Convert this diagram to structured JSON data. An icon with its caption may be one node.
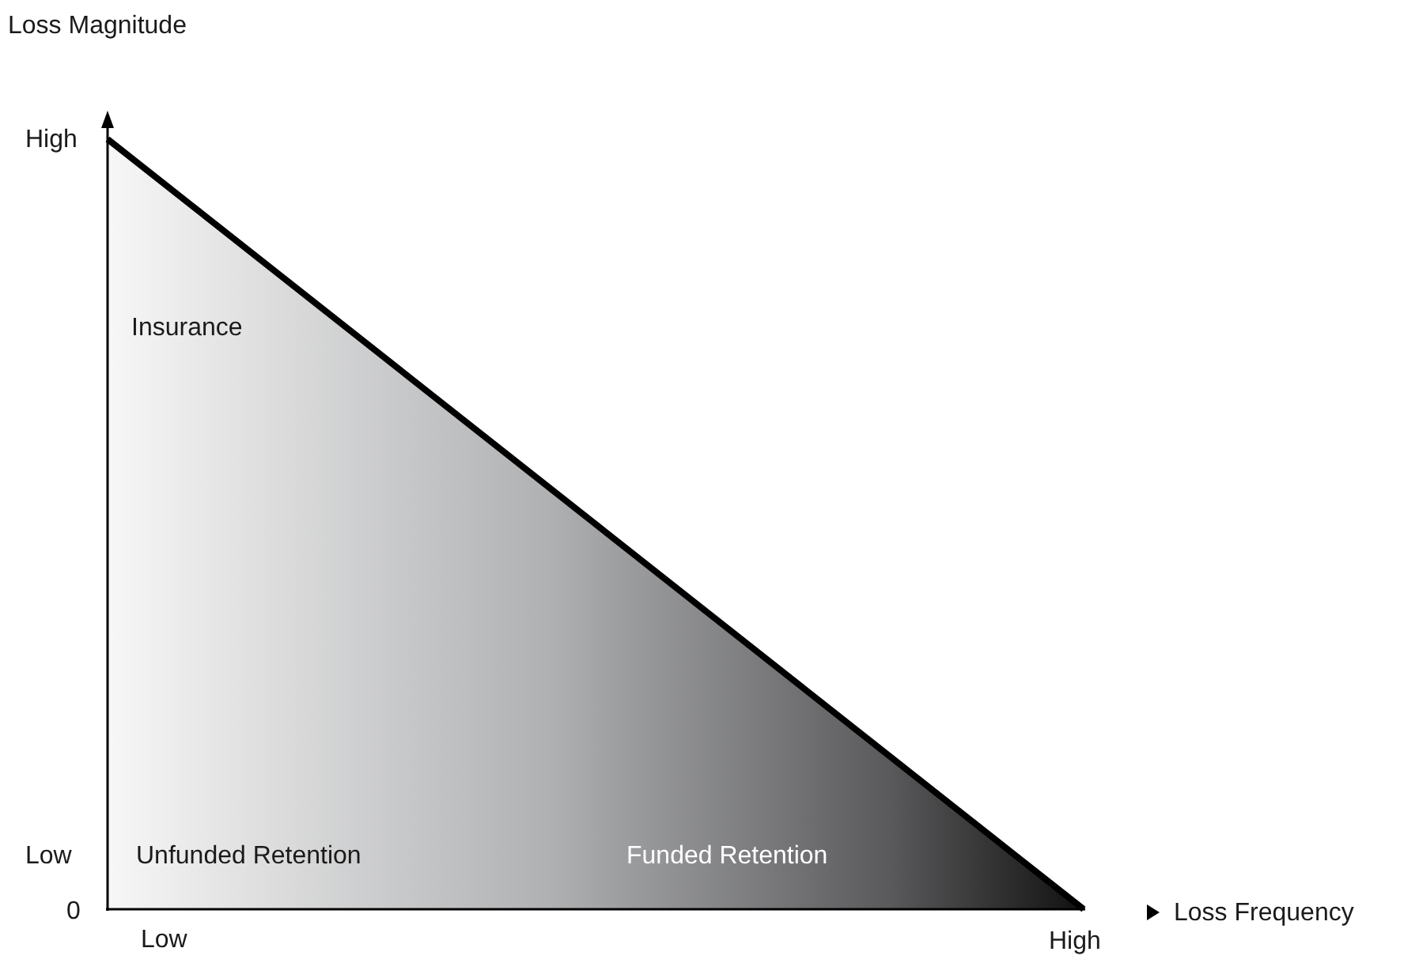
{
  "diagram": {
    "labels": [
      "Loss Magnitude",
      "High",
      "Insurance",
      "Low",
      "Unfunded Retention",
      "Funded Retention",
      "0",
      "Low",
      "High",
      "Loss Frequency"
    ]
  }
}
